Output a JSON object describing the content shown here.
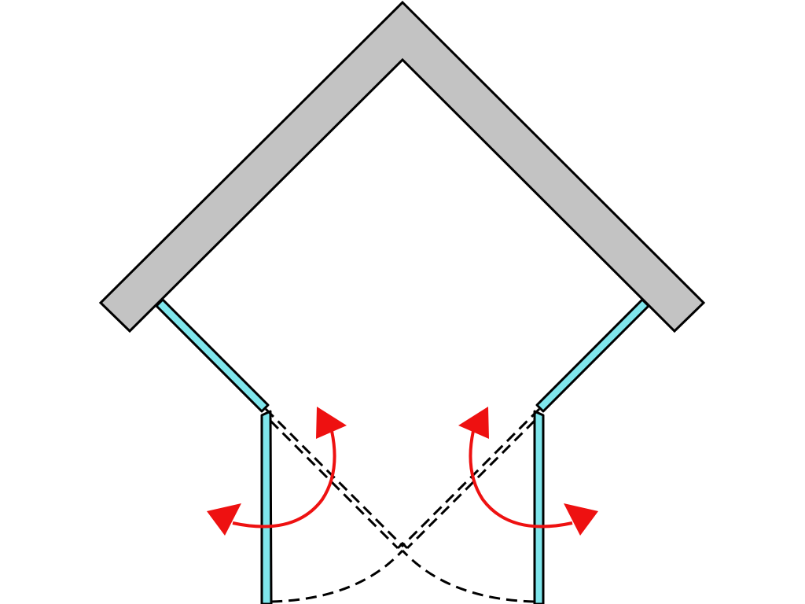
{
  "diagram": {
    "type": "corner-shower-enclosure-plan",
    "colors": {
      "wall_fill": "#c3c3c3",
      "glass_fill": "#7fe6ec",
      "outline": "#000000",
      "arrow": "#ee1111",
      "background": "#ffffff"
    },
    "parts": {
      "walls": "corner-wall",
      "fixed_panels": [
        "left-fixed-panel",
        "right-fixed-panel"
      ],
      "doors": [
        "left-door",
        "right-door"
      ],
      "open_positions": [
        "left-door-open-position",
        "right-door-open-position"
      ],
      "swing_paths": [
        "left-door-swing-path",
        "right-door-swing-path"
      ],
      "motion_arrows": [
        "left-door-swing-arrow",
        "right-door-swing-arrow"
      ]
    }
  }
}
